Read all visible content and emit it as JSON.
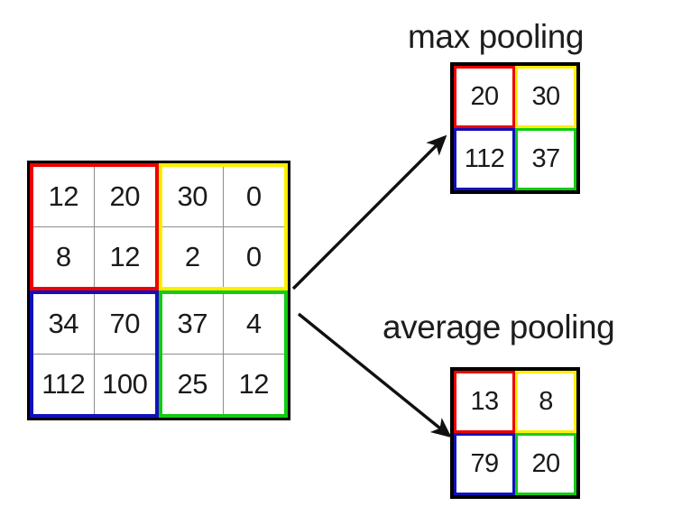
{
  "diagram": {
    "title_max": "max pooling",
    "title_average": "average pooling",
    "colors": {
      "quadrant_top_left": "#ee0000",
      "quadrant_top_right": "#ffee00",
      "quadrant_bottom_left": "#1111bb",
      "quadrant_bottom_right": "#11cc11",
      "frame": "#000000",
      "gridline": "#8d8d8d",
      "text": "#1a1a1a",
      "background": "#ffffff"
    }
  },
  "input_matrix": {
    "name": "input-feature-map",
    "rows": 4,
    "cols": 4,
    "values": [
      [
        12,
        20,
        30,
        0
      ],
      [
        8,
        12,
        2,
        0
      ],
      [
        34,
        70,
        37,
        4
      ],
      [
        112,
        100,
        25,
        12
      ]
    ],
    "quadrants": [
      {
        "id": "top-left",
        "color": "#ee0000",
        "values": [
          12,
          20,
          8,
          12
        ]
      },
      {
        "id": "top-right",
        "color": "#ffee00",
        "values": [
          30,
          0,
          2,
          0
        ]
      },
      {
        "id": "bottom-left",
        "color": "#1111bb",
        "values": [
          34,
          70,
          112,
          100
        ]
      },
      {
        "id": "bottom-right",
        "color": "#11cc11",
        "values": [
          37,
          4,
          25,
          12
        ]
      }
    ]
  },
  "max_pooling": {
    "label": "max pooling",
    "rows": 2,
    "cols": 2,
    "values": [
      [
        20,
        30
      ],
      [
        112,
        37
      ]
    ],
    "cells": [
      {
        "id": "top-left",
        "color": "#ee0000",
        "value": 20
      },
      {
        "id": "top-right",
        "color": "#ffee00",
        "value": 30
      },
      {
        "id": "bottom-left",
        "color": "#1111bb",
        "value": 112
      },
      {
        "id": "bottom-right",
        "color": "#11cc11",
        "value": 37
      }
    ]
  },
  "average_pooling": {
    "label": "average pooling",
    "rows": 2,
    "cols": 2,
    "values": [
      [
        13,
        8
      ],
      [
        79,
        20
      ]
    ],
    "cells": [
      {
        "id": "top-left",
        "color": "#ee0000",
        "value": 13
      },
      {
        "id": "top-right",
        "color": "#ffee00",
        "value": 8
      },
      {
        "id": "bottom-left",
        "color": "#1111bb",
        "value": 79
      },
      {
        "id": "bottom-right",
        "color": "#11cc11",
        "value": 20
      }
    ]
  },
  "arrows": [
    {
      "id": "arrow-to-max",
      "from": "input-matrix",
      "to": "max-pooling-matrix"
    },
    {
      "id": "arrow-to-average",
      "from": "input-matrix",
      "to": "average-pooling-matrix"
    }
  ]
}
